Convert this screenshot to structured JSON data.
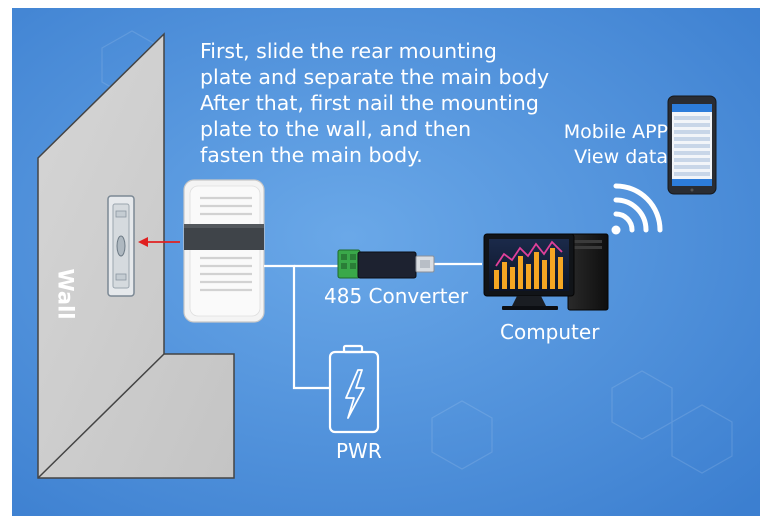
{
  "instructions": {
    "lines": [
      "First, slide the rear mounting",
      "plate and separate the main body",
      "After that, first nail the mounting",
      "plate to the wall, and then",
      "fasten the main body."
    ]
  },
  "labels": {
    "wall": "Wall",
    "converter": "485 Converter",
    "computer": "Computer",
    "power": "PWR",
    "mobile_app_line1": "Mobile APP",
    "mobile_app_line2": "View data"
  },
  "colors": {
    "background": "#4a8fd8",
    "wall": "#cdcdcd",
    "arrow": "#e02020",
    "wire": "#ffffff",
    "chart_bars": "#f5a623",
    "chart_line": "#e0409a",
    "wifi": "#ffffff"
  },
  "icons": [
    "mounting-plate",
    "sensor-device",
    "usb-485-converter",
    "desktop-computer",
    "battery-power-icon",
    "wifi-icon",
    "smartphone"
  ]
}
